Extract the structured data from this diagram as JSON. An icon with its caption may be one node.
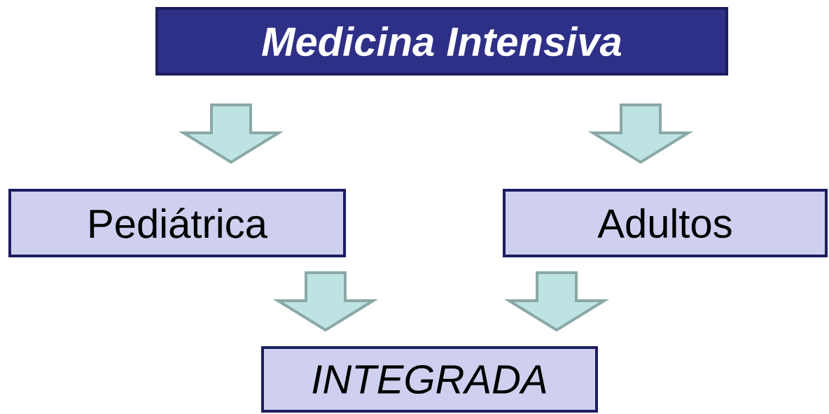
{
  "diagram": {
    "nodes": [
      {
        "text": [
          "Medicina Intensiva"
        ]
      },
      {
        "text": [
          "Pediátrica"
        ]
      },
      {
        "text": [
          "Adultos"
        ]
      },
      {
        "text": [
          "INTEGRADA"
        ]
      }
    ],
    "edges": [
      {
        "from": 0,
        "to": 1,
        "arrow": "to"
      },
      {
        "from": 0,
        "to": 2,
        "arrow": "to"
      },
      {
        "from": 1,
        "to": 3,
        "arrow": "to"
      },
      {
        "from": 2,
        "to": 3,
        "arrow": "to"
      }
    ]
  }
}
